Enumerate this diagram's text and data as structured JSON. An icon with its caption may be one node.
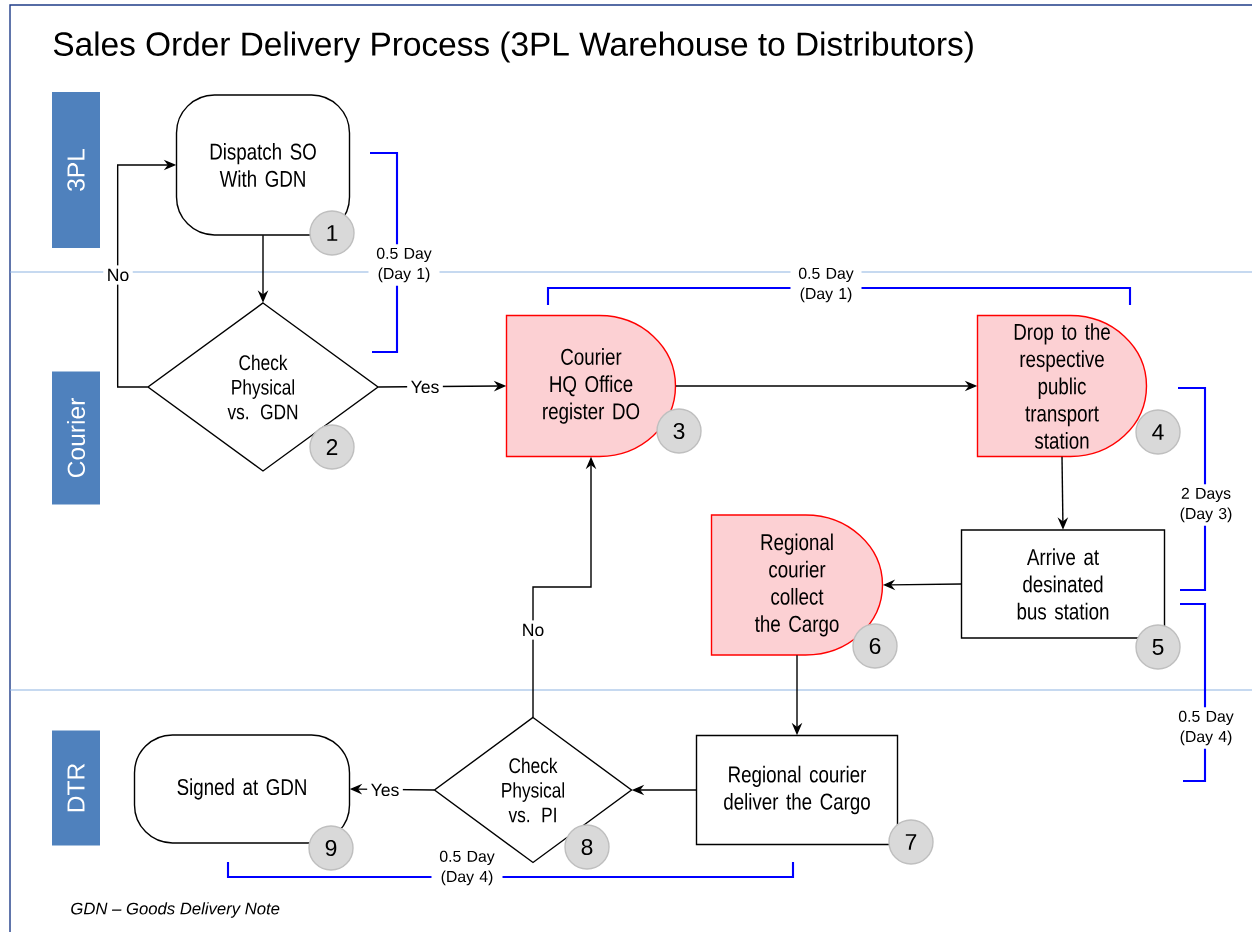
{
  "diagram": {
    "title": "Sales Order Delivery Process (3PL Warehouse to Distributors)",
    "nodes": [
      {
        "text": [
          "3PL"
        ]
      },
      {
        "text": [
          "Courier"
        ]
      },
      {
        "text": [
          "DTR"
        ]
      },
      {
        "text": [
          "Dispatch SO With GDN"
        ],
        "beside": [
          "1"
        ]
      },
      {
        "text": [
          "Check Physical vs. GDN"
        ],
        "beside": [
          "2"
        ]
      },
      {
        "text": [
          "Courier HQ Office register DO"
        ],
        "beside": [
          "3"
        ]
      },
      {
        "text": [
          "Drop to the respective public transport station"
        ],
        "beside": [
          "4"
        ]
      },
      {
        "text": [
          "Arrive at desinated bus station"
        ],
        "beside": [
          "5"
        ]
      },
      {
        "text": [
          "Regional courier collect the Cargo"
        ],
        "beside": [
          "6"
        ]
      },
      {
        "text": [
          "Regional courier deliver the Cargo"
        ],
        "beside": [
          "7"
        ]
      },
      {
        "text": [
          "Check Physical vs. PI"
        ],
        "beside": [
          "8"
        ]
      },
      {
        "text": [
          "Signed at GDN"
        ],
        "beside": [
          "9"
        ]
      }
    ],
    "edges": [
      {
        "from": 3,
        "to": 4,
        "arrow": "to"
      },
      {
        "from": 4,
        "to": 3,
        "arrow": "to",
        "label": "No"
      },
      {
        "from": 4,
        "to": 5,
        "arrow": "to",
        "label": "Yes"
      },
      {
        "from": 5,
        "to": 6,
        "arrow": "to"
      },
      {
        "from": 6,
        "to": 7,
        "arrow": "to"
      },
      {
        "from": 7,
        "to": 8,
        "arrow": "to"
      },
      {
        "from": 8,
        "to": 9,
        "arrow": "to"
      },
      {
        "from": 9,
        "to": 10,
        "arrow": "to"
      },
      {
        "from": 10,
        "to": 5,
        "arrow": "to",
        "label": "No"
      },
      {
        "from": 10,
        "to": 11,
        "arrow": "to",
        "label": "Yes"
      }
    ],
    "labels": [
      "0.5 Day (Day 1)",
      "0.5 Day (Day 1)",
      "2 Days (Day 3)",
      "0.5 Day (Day 4)",
      "0.5 Day (Day 4)",
      "*GDN – Goods Delivery Note*"
    ]
  }
}
